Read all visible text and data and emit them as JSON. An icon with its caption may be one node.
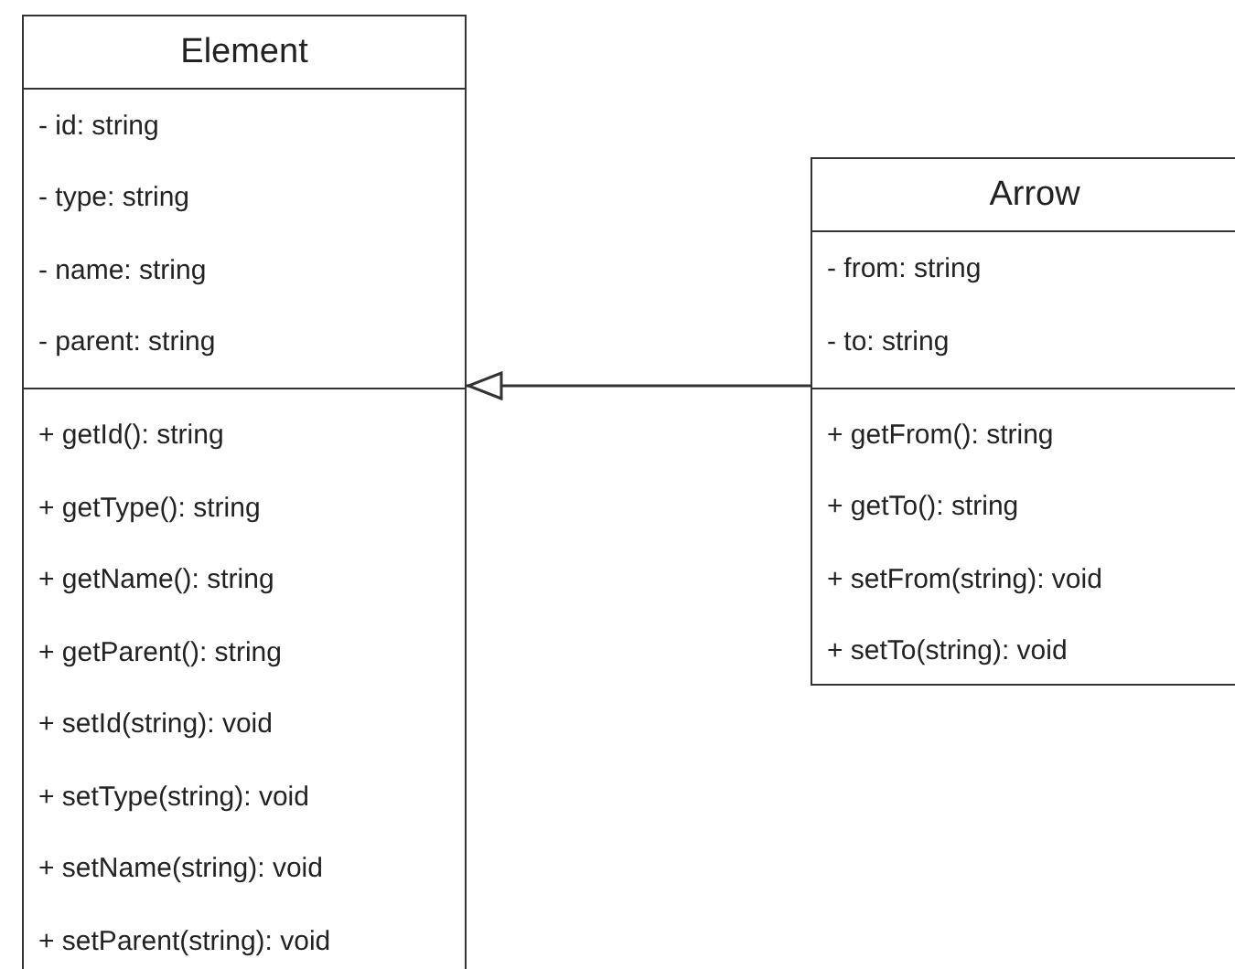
{
  "diagram": {
    "nodes": [
      {
        "text": [
          "Element",
          "- id: string",
          "- type: string",
          "- name: string",
          "- parent: string",
          "+ getId(): string",
          "+ getType(): string",
          "+ getName(): string",
          "+ getParent(): string",
          "+ setId(string): void",
          "+ setType(string): void",
          "+ setName(string): void",
          "+ setParent(string): void"
        ]
      },
      {
        "text": [
          "Arrow",
          "- from: string",
          "- to: string",
          "+ getFrom(): string",
          "+ getTo(): string",
          "+ setFrom(string): void",
          "+ setTo(string): void"
        ]
      }
    ],
    "edges": [
      {
        "from": 1,
        "to": 0,
        "arrow": "to"
      }
    ]
  }
}
